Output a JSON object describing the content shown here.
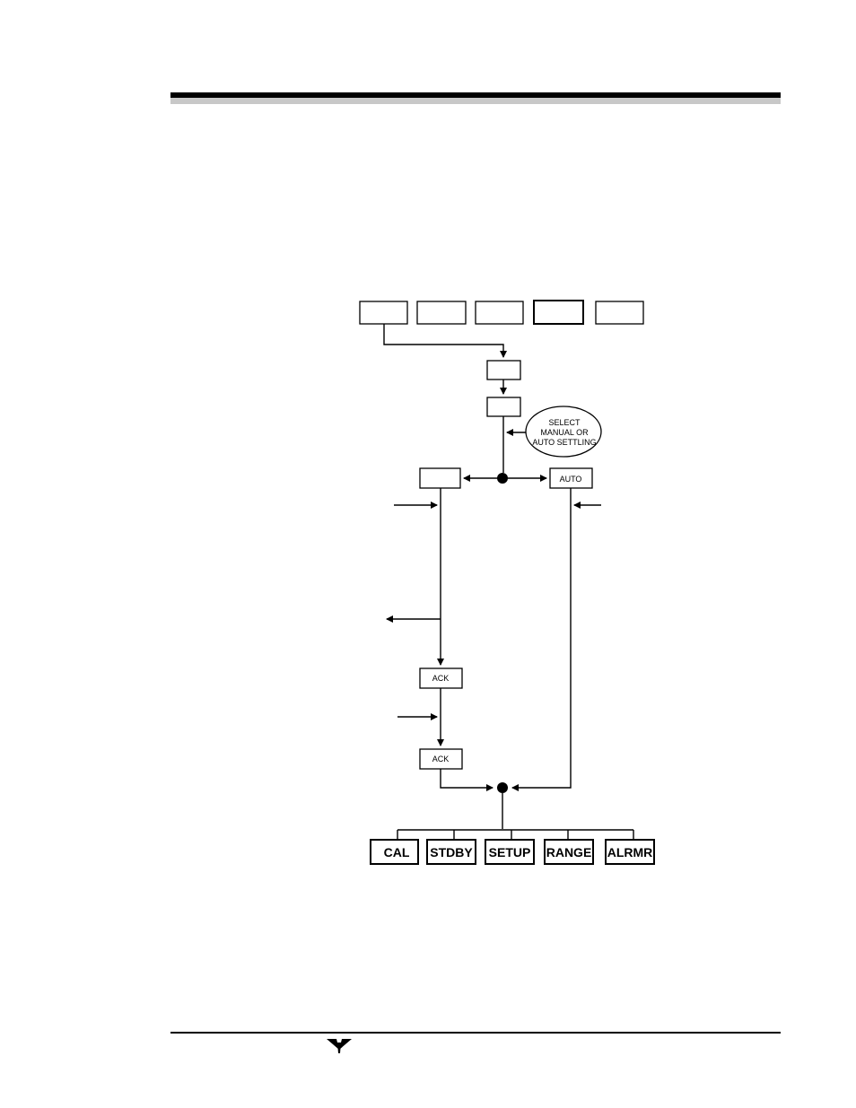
{
  "diagram": {
    "select_note": {
      "line1": "SELECT",
      "line2": "MANUAL OR",
      "line3": "AUTO SETTLING"
    },
    "auto_box": "AUTO",
    "ack1_box": "ACK",
    "ack2_box": "ACK",
    "menu": [
      "CAL",
      "STDBY",
      "SETUP",
      "RANGE",
      "ALRMR"
    ]
  }
}
